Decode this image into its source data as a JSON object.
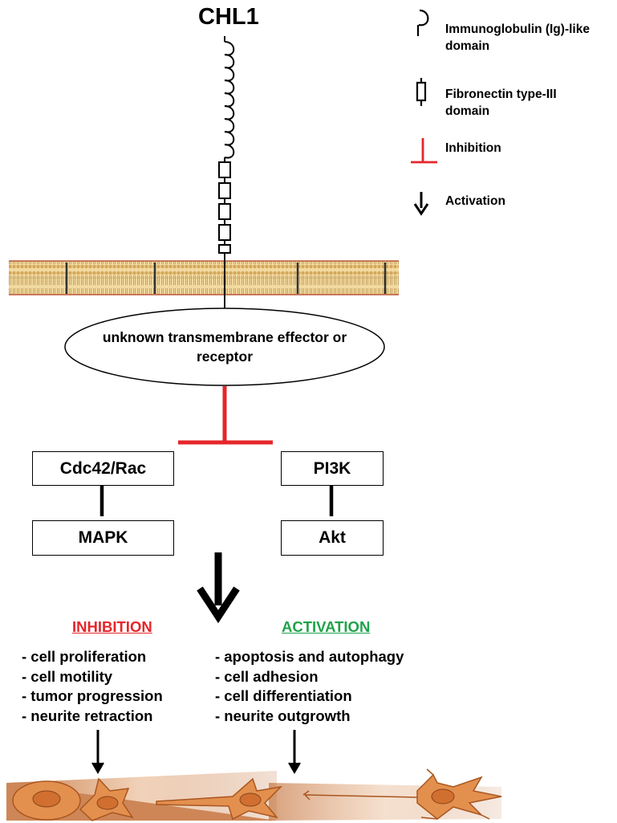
{
  "protein": {
    "name": "CHL1"
  },
  "legend": {
    "items": [
      {
        "icon": "ig-domain-icon",
        "label_line1": "Immunoglobulin (Ig)-like",
        "label_line2": "domain"
      },
      {
        "icon": "fibronectin-domain-icon",
        "label_line1": "Fibronectin type-III",
        "label_line2": "domain"
      },
      {
        "icon": "inhibition-icon",
        "label_line1": "Inhibition",
        "label_line2": ""
      },
      {
        "icon": "activation-arrow-icon",
        "label_line1": "Activation",
        "label_line2": ""
      }
    ]
  },
  "receptor": {
    "line1": "unknown transmembrane effector or",
    "line2": "receptor"
  },
  "pathways": {
    "left": {
      "top": "Cdc42/Rac",
      "bottom": "MAPK"
    },
    "right": {
      "top": "PI3K",
      "bottom": "Akt"
    }
  },
  "outcomes": {
    "inhibition": {
      "heading": "INHIBITION",
      "color": "#e5262a",
      "items": [
        "- cell proliferation",
        "- cell motility",
        "- tumor progression",
        "- neurite retraction"
      ]
    },
    "activation": {
      "heading": "ACTIVATION",
      "color": "#1fa24a",
      "items": [
        "- apoptosis and autophagy",
        "- cell adhesion",
        "- cell differentiation",
        "- neurite outgrowth"
      ]
    }
  },
  "colors": {
    "inhibition_red": "#e5262a",
    "membrane": "#d4a85a",
    "cell_body": "#d07a3e",
    "cell_band": "#c6713a"
  }
}
